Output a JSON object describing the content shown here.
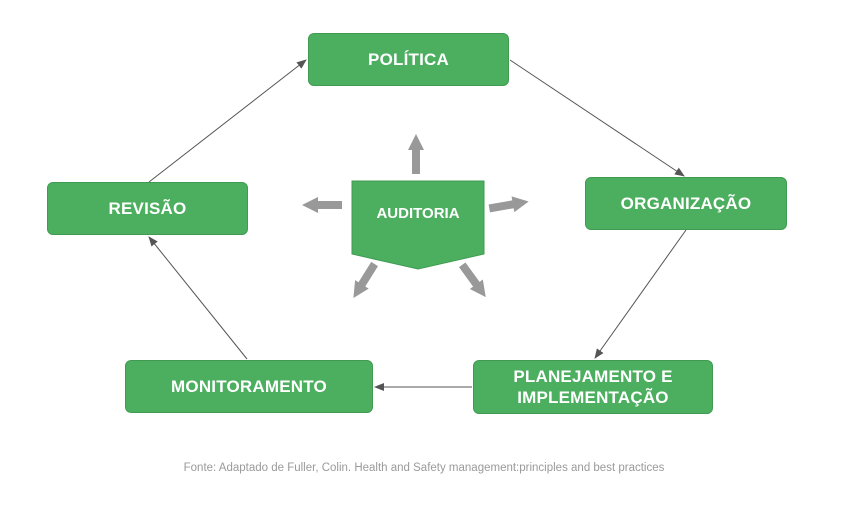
{
  "diagram": {
    "nodes": {
      "politica": "POLÍTICA",
      "organizacao": "ORGANIZAÇÃO",
      "planejamento_line1": "PLANEJAMENTO E",
      "planejamento_line2": "IMPLEMENTAÇÃO",
      "monitoramento": "MONITORAMENTO",
      "revisao": "REVISÃO"
    },
    "center": "AUDITORIA",
    "cycle_order": [
      "POLÍTICA",
      "ORGANIZAÇÃO",
      "PLANEJAMENTO E IMPLEMENTAÇÃO",
      "MONITORAMENTO",
      "REVISÃO"
    ],
    "colors": {
      "box": "#4caf5f",
      "box_text": "#ffffff",
      "connector": "#555555",
      "audit_arrows": "#999999",
      "caption": "#9a9a9a"
    }
  },
  "caption": "Fonte: Adaptado de Fuller, Colin. Health and Safety management:principles and best practices"
}
